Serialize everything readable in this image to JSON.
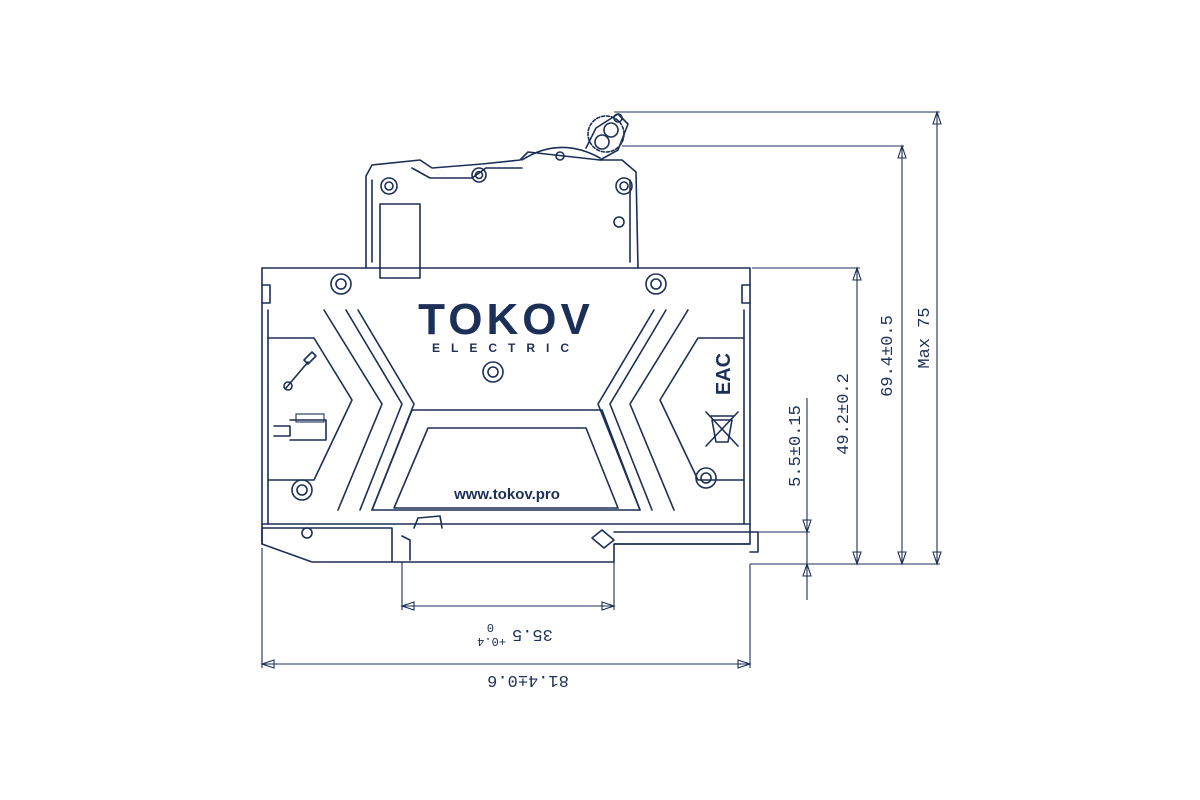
{
  "brand": {
    "logo_text": "TOKOV",
    "sub_text": "ELECTRIC",
    "website": "www.tokov.pro",
    "cert_mark": "EAC"
  },
  "dimensions": {
    "bottom_total": "81.4±0.6",
    "bottom_inner_main": "35.5",
    "bottom_inner_tol_top": "+0.4",
    "bottom_inner_tol_bottom": "0",
    "rail_depth": "5.5±0.15",
    "body_height": "49.2±0.2",
    "toggle_height": "69.4±0.5",
    "max_height": "Max 75"
  },
  "icons": [
    "screwdriver-icon",
    "strip-length-icon",
    "eac-mark-icon",
    "weee-bin-icon"
  ],
  "colors": {
    "line": "#1c2f57",
    "background": "#ffffff"
  }
}
